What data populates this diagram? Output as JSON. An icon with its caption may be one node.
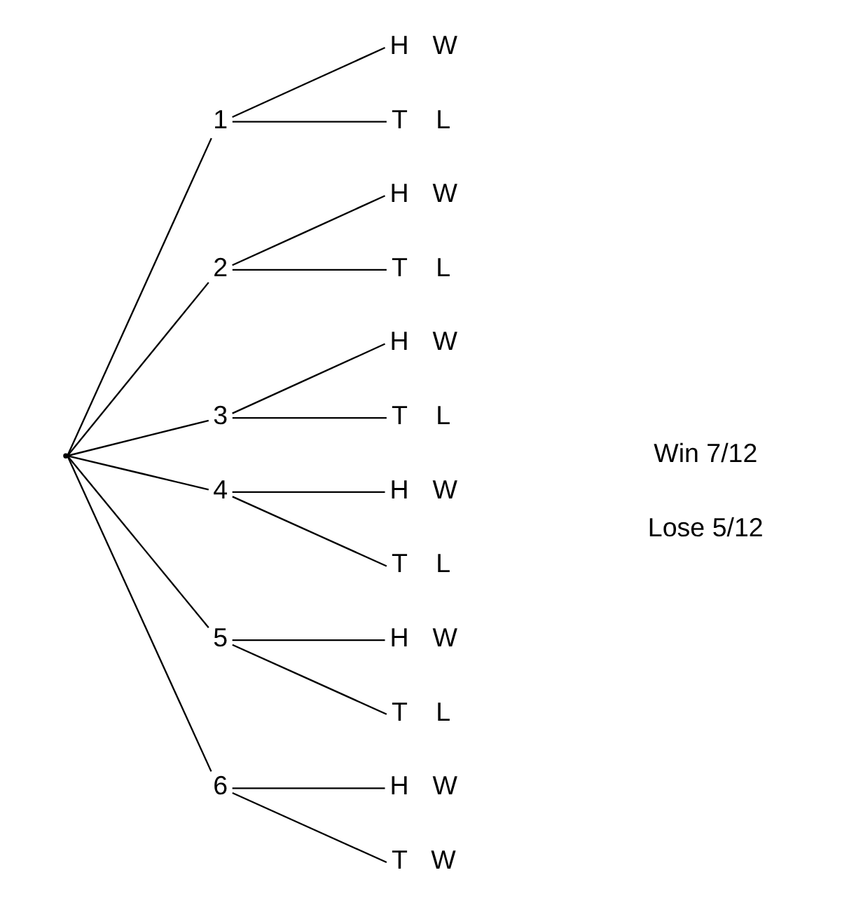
{
  "diagram": {
    "nodes": [
      {
        "text": [],
        "shape": "point"
      },
      {
        "text": [
          "1"
        ]
      },
      {
        "text": [
          "H"
        ],
        "beside": [
          "W"
        ]
      },
      {
        "text": [
          "T"
        ],
        "beside": [
          "L"
        ]
      },
      {
        "text": [
          "2"
        ]
      },
      {
        "text": [
          "H"
        ],
        "beside": [
          "W"
        ]
      },
      {
        "text": [
          "T"
        ],
        "beside": [
          "L"
        ]
      },
      {
        "text": [
          "3"
        ]
      },
      {
        "text": [
          "H"
        ],
        "beside": [
          "W"
        ]
      },
      {
        "text": [
          "T"
        ],
        "beside": [
          "L"
        ]
      },
      {
        "text": [
          "4"
        ]
      },
      {
        "text": [
          "H"
        ],
        "beside": [
          "W"
        ]
      },
      {
        "text": [
          "T"
        ],
        "beside": [
          "L"
        ]
      },
      {
        "text": [
          "5"
        ]
      },
      {
        "text": [
          "H"
        ],
        "beside": [
          "W"
        ]
      },
      {
        "text": [
          "T"
        ],
        "beside": [
          "L"
        ]
      },
      {
        "text": [
          "6"
        ]
      },
      {
        "text": [
          "H"
        ],
        "beside": [
          "W"
        ]
      },
      {
        "text": [
          "T"
        ],
        "beside": [
          "W"
        ]
      }
    ],
    "edges": [
      {
        "from": 0,
        "to": 1,
        "arrow": "none"
      },
      {
        "from": 1,
        "to": 2,
        "arrow": "none"
      },
      {
        "from": 1,
        "to": 3,
        "arrow": "none"
      },
      {
        "from": 0,
        "to": 4,
        "arrow": "none"
      },
      {
        "from": 4,
        "to": 5,
        "arrow": "none"
      },
      {
        "from": 4,
        "to": 6,
        "arrow": "none"
      },
      {
        "from": 0,
        "to": 7,
        "arrow": "none"
      },
      {
        "from": 7,
        "to": 8,
        "arrow": "none"
      },
      {
        "from": 7,
        "to": 9,
        "arrow": "none"
      },
      {
        "from": 0,
        "to": 10,
        "arrow": "none"
      },
      {
        "from": 10,
        "to": 11,
        "arrow": "none"
      },
      {
        "from": 10,
        "to": 12,
        "arrow": "none"
      },
      {
        "from": 0,
        "to": 13,
        "arrow": "none"
      },
      {
        "from": 13,
        "to": 14,
        "arrow": "none"
      },
      {
        "from": 13,
        "to": 15,
        "arrow": "none"
      },
      {
        "from": 0,
        "to": 16,
        "arrow": "none"
      },
      {
        "from": 16,
        "to": 17,
        "arrow": "none"
      },
      {
        "from": 16,
        "to": 18,
        "arrow": "none"
      }
    ],
    "labels": [
      "Win 7/12",
      "Lose 5/12"
    ]
  }
}
